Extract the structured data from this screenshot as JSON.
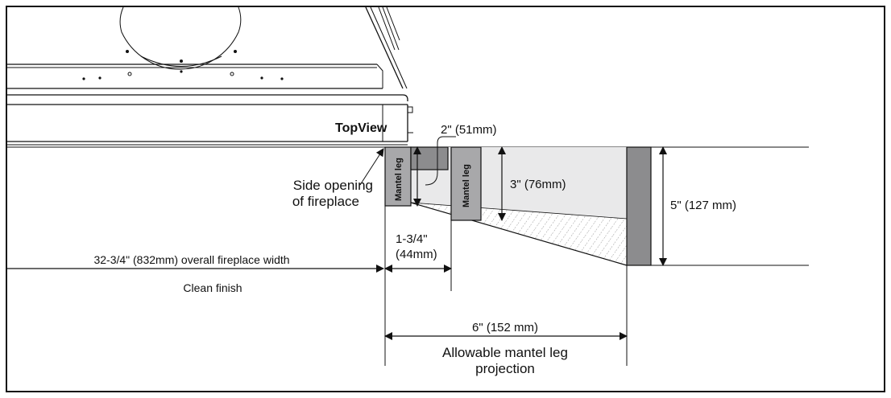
{
  "labels": {
    "top_view": "TopView",
    "side_opening_line1": "Side opening",
    "side_opening_line2": "of fireplace",
    "mantel_leg": "Mantel leg",
    "dim_2in": "2\" (51mm)",
    "dim_3in": "3\" (76mm)",
    "dim_5in": "5\" (127 mm)",
    "dim_1_3_4_line1": "1-3/4\"",
    "dim_1_3_4_line2": "(44mm)",
    "overall_width": "32-3/4\" (832mm) overall fireplace width",
    "clean_finish": "Clean finish",
    "dim_6in": "6\" (152 mm)",
    "allowable_line1": "Allowable mantel leg",
    "allowable_line2": "projection"
  },
  "colors": {
    "line": "#111111",
    "mantel_gray": "#a8a8aa",
    "dark_gray": "#8c8c8e",
    "light_fill": "#e9e9ea",
    "hatch": "#9a9a9a"
  }
}
